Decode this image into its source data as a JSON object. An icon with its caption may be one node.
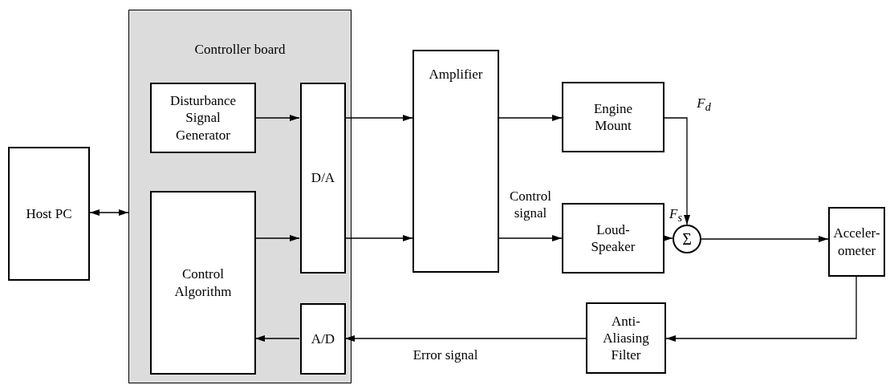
{
  "diagram": {
    "nodes": [
      {
        "text": [
          "Host PC"
        ]
      },
      {
        "text": [
          "Controller board"
        ]
      },
      {
        "text": [
          "Disturbance Signal Generator"
        ],
        "in": 1
      },
      {
        "text": [
          "D/A"
        ],
        "in": 1
      },
      {
        "text": [
          "Control Algorithm"
        ],
        "in": 1
      },
      {
        "text": [
          "A/D"
        ],
        "in": 1
      },
      {
        "text": [
          "Amplifier"
        ]
      },
      {
        "text": [
          "Engine Mount"
        ]
      },
      {
        "text": [
          "Loud-Speaker"
        ]
      },
      {
        "text": [
          "Σ"
        ]
      },
      {
        "text": [
          "Acceler-ometer"
        ]
      },
      {
        "text": [
          "Anti-Aliasing Filter"
        ]
      }
    ],
    "edges": [
      {
        "from": 0,
        "to": 1,
        "arrow": "both"
      },
      {
        "from": 2,
        "to": 3,
        "arrow": "to"
      },
      {
        "from": 4,
        "to": 3,
        "arrow": "to"
      },
      {
        "from": 3,
        "to": 6,
        "arrow": "to"
      },
      {
        "from": 3,
        "to": 6,
        "arrow": "to"
      },
      {
        "from": 6,
        "to": 7,
        "arrow": "to"
      },
      {
        "from": 6,
        "to": 8,
        "arrow": "to",
        "label": "Control signal"
      },
      {
        "from": 7,
        "to": 9,
        "arrow": "to",
        "label": "F$_{d}$"
      },
      {
        "from": 8,
        "to": 9,
        "arrow": "to",
        "label": "F$_{s}$"
      },
      {
        "from": 9,
        "to": 10,
        "arrow": "to"
      },
      {
        "from": 10,
        "to": 11,
        "arrow": "to"
      },
      {
        "from": 11,
        "to": 5,
        "arrow": "to",
        "label": "Error signal"
      },
      {
        "from": 5,
        "to": 4,
        "arrow": "to"
      }
    ]
  }
}
